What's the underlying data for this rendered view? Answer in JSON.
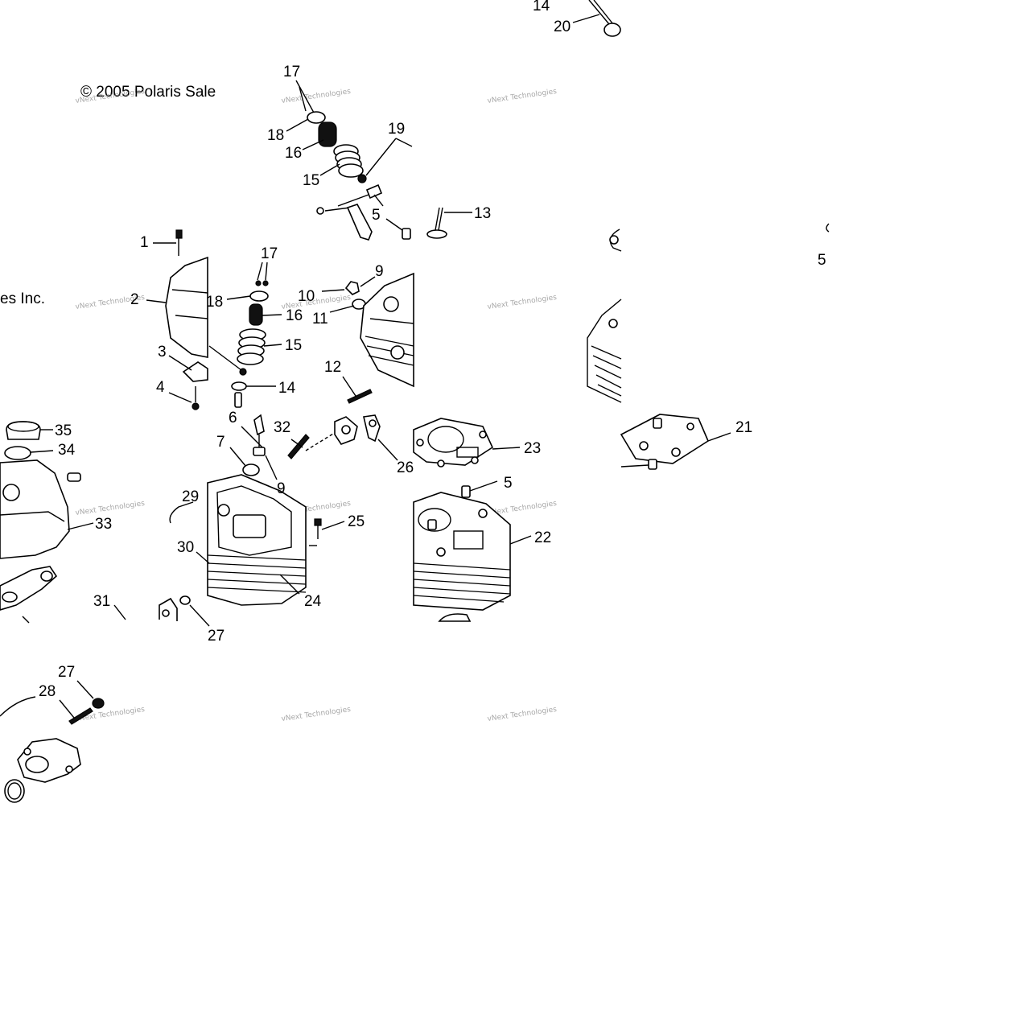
{
  "copyright": {
    "line1": "© 2005 Polaris Sale",
    "line2": "es Inc."
  },
  "watermark": "vNext Technologies",
  "callouts": [
    "14",
    "20",
    "17",
    "18",
    "16",
    "15",
    "19",
    "13",
    "5",
    "1",
    "2",
    "3",
    "4",
    "17",
    "18",
    "16",
    "15",
    "14",
    "6",
    "9",
    "10",
    "11",
    "12",
    "35",
    "34",
    "33",
    "7",
    "32",
    "9",
    "26",
    "23",
    "5",
    "22",
    "21",
    "29",
    "30",
    "25",
    "24",
    "31",
    "27",
    "27",
    "28",
    "5"
  ]
}
